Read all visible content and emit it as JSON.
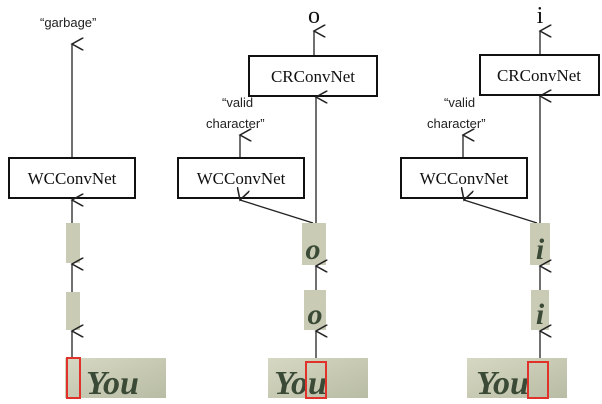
{
  "columns": [
    {
      "id": "col1",
      "top_label": "“garbage”",
      "wc_label": "WCConvNet",
      "crop1_text": "",
      "crop2_text": "",
      "word_text": "You"
    },
    {
      "id": "col2",
      "output_label": "o",
      "cr_label": "CRConvNet",
      "valid_line1": "“valid",
      "valid_line2": "character”",
      "wc_label": "WCConvNet",
      "crop1_text": "o",
      "crop2_text": "o",
      "word_text": "You"
    },
    {
      "id": "col3",
      "output_label": "i",
      "cr_label": "CRConvNet",
      "valid_line1": "“valid",
      "valid_line2": "character”",
      "wc_label": "WCConvNet",
      "crop1_text": "i",
      "crop2_text": "i",
      "word_text": "You"
    }
  ],
  "colors": {
    "box_stroke": "#111111",
    "arrow": "#222222",
    "crop_bg": "#c9cbb5",
    "highlight": "#e0312a"
  }
}
